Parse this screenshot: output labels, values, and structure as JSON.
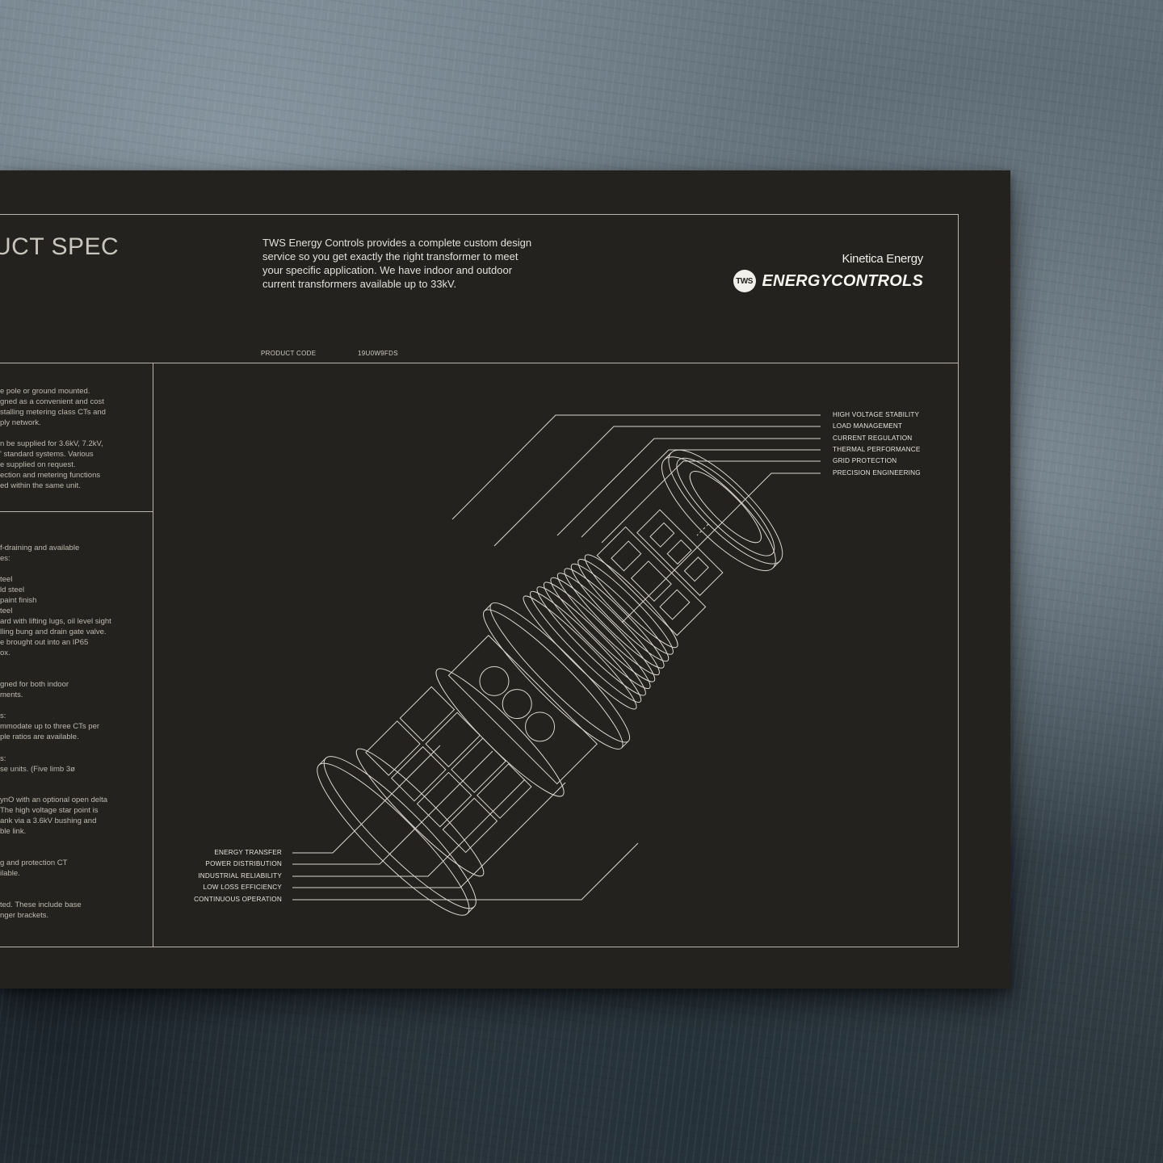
{
  "sheet": {
    "title": "UCT SPEC",
    "intro": "TWS Energy Controls provides a complete custom design service so you get exactly the right transformer to meet your specific application. We have indoor and outdoor current transformers available up to 33kV.",
    "brand": {
      "parent": "Kinetica Energy",
      "badge": "TWS",
      "name": "ENERGYCONTROLS"
    },
    "product_code": {
      "label": "PRODUCT CODE",
      "value": "19U0W9FDS"
    },
    "left_column": {
      "block1": [
        "e pole or ground mounted.",
        "gned as a convenient and cost",
        "stalling metering class CTs and",
        "ply network.",
        "",
        "n be supplied for 3.6kV, 7.2kV,",
        "' standard systems. Various",
        "e supplied on request.",
        "ection and metering functions",
        "ed within the same unit."
      ],
      "block2": [
        "f-draining and available",
        "es:",
        "",
        "teel",
        "ld steel",
        "paint finish",
        "teel",
        "ard with lifting lugs, oil level sight",
        "lling bung and drain gate valve.",
        "e brought out into an IP65",
        "ox."
      ],
      "block3": [
        "gned for both indoor",
        "ments."
      ],
      "block4": [
        "s:",
        "mmodate up to three CTs per",
        "ple ratios are available."
      ],
      "block5": [
        "s:",
        "se units. (Five limb 3ø"
      ],
      "block6": [
        "ynO with an optional open delta",
        "The high voltage star point is",
        "ank via a 3.6kV bushing and",
        "ble link."
      ],
      "block7": [
        "g and protection CT",
        "ilable."
      ],
      "block8": [
        "ted. These include base",
        "nger brackets."
      ]
    },
    "callouts_right": [
      "HIGH VOLTAGE STABILITY",
      "LOAD MANAGEMENT",
      "CURRENT REGULATION",
      "THERMAL PERFORMANCE",
      "GRID PROTECTION",
      "PRECISION ENGINEERING"
    ],
    "callouts_left": [
      "ENERGY TRANSFER",
      "POWER DISTRIBUTION",
      "INDUSTRIAL RELIABILITY",
      "LOW LOSS EFFICIENCY",
      "CONTINUOUS OPERATION"
    ]
  },
  "colors": {
    "sheet": "#24221f",
    "line": "#b9b5ad",
    "text": "#e2e0da"
  }
}
